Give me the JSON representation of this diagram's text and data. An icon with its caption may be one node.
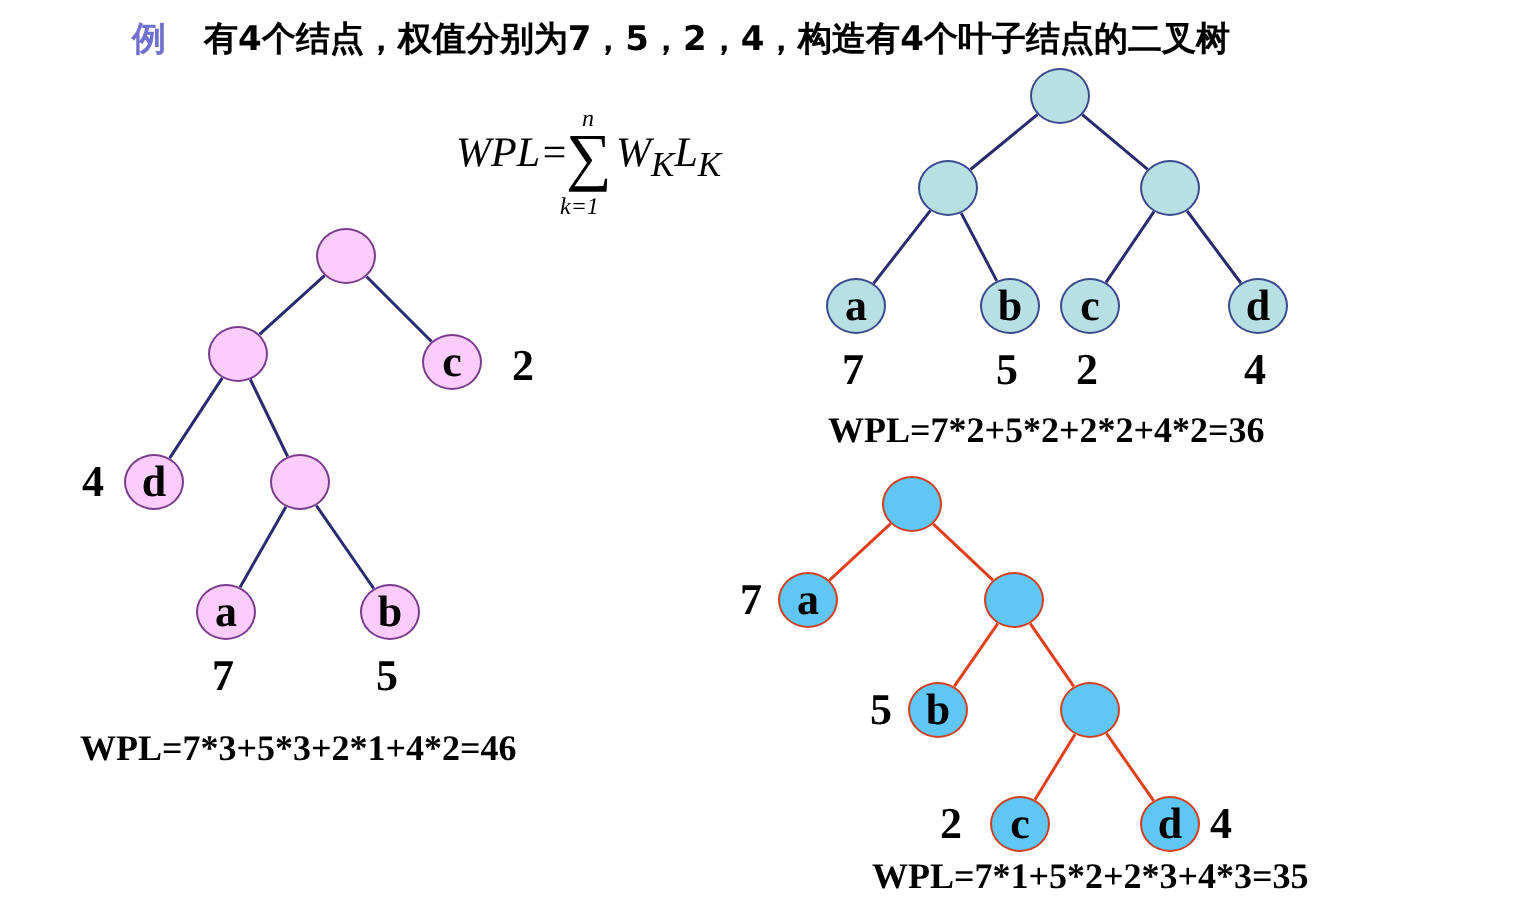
{
  "diagram": {
    "title": "有4个结点，权值分别为7，5，2，4，构造有4个叶子结点的二叉树",
    "nodes": [
      {
        "text": [],
        "shape": "circle"
      },
      {
        "text": [],
        "shape": "circle"
      },
      {
        "text": [
          "c"
        ],
        "beside": [
          "2"
        ]
      },
      {
        "text": [
          "d"
        ],
        "beside": [
          "4"
        ]
      },
      {
        "text": [],
        "shape": "circle"
      },
      {
        "text": [
          "a"
        ],
        "beside": [
          "7"
        ]
      },
      {
        "text": [
          "b"
        ],
        "beside": [
          "5"
        ]
      },
      {
        "text": [],
        "shape": "circle"
      },
      {
        "text": [],
        "shape": "circle"
      },
      {
        "text": [],
        "shape": "circle"
      },
      {
        "text": [
          "a"
        ],
        "beside": [
          "7"
        ]
      },
      {
        "text": [
          "b"
        ],
        "beside": [
          "5"
        ]
      },
      {
        "text": [
          "c"
        ],
        "beside": [
          "2"
        ]
      },
      {
        "text": [
          "d"
        ],
        "beside": [
          "4"
        ]
      },
      {
        "text": [],
        "shape": "circle"
      },
      {
        "text": [
          "a"
        ],
        "beside": [
          "7"
        ]
      },
      {
        "text": [],
        "shape": "circle"
      },
      {
        "text": [
          "b"
        ],
        "beside": [
          "5"
        ]
      },
      {
        "text": [],
        "shape": "circle"
      },
      {
        "text": [
          "c"
        ],
        "beside": [
          "2"
        ]
      },
      {
        "text": [
          "d"
        ],
        "beside": [
          "4"
        ]
      }
    ],
    "edges": [
      {
        "from": 0,
        "to": 1,
        "arrow": "none"
      },
      {
        "from": 0,
        "to": 2,
        "arrow": "none"
      },
      {
        "from": 1,
        "to": 3,
        "arrow": "none"
      },
      {
        "from": 1,
        "to": 4,
        "arrow": "none"
      },
      {
        "from": 4,
        "to": 5,
        "arrow": "none"
      },
      {
        "from": 4,
        "to": 6,
        "arrow": "none"
      },
      {
        "from": 7,
        "to": 8,
        "arrow": "none"
      },
      {
        "from": 7,
        "to": 9,
        "arrow": "none"
      },
      {
        "from": 8,
        "to": 10,
        "arrow": "none"
      },
      {
        "from": 8,
        "to": 11,
        "arrow": "none"
      },
      {
        "from": 9,
        "to": 12,
        "arrow": "none"
      },
      {
        "from": 9,
        "to": 13,
        "arrow": "none"
      },
      {
        "from": 14,
        "to": 15,
        "arrow": "none",
        "color": "#e0401c"
      },
      {
        "from": 14,
        "to": 16,
        "arrow": "none",
        "color": "#e0401c"
      },
      {
        "from": 16,
        "to": 17,
        "arrow": "none",
        "color": "#e0401c"
      },
      {
        "from": 16,
        "to": 18,
        "arrow": "none",
        "color": "#e0401c"
      },
      {
        "from": 18,
        "to": 19,
        "arrow": "none",
        "color": "#e0401c"
      },
      {
        "from": 18,
        "to": 20,
        "arrow": "none",
        "color": "#e0401c"
      }
    ],
    "labels": [
      "例",
      "WPL=",
      "n",
      "∑",
      "k=1",
      "W$_{K}$L$_{K}$",
      "WPL=7*2+5*2+2*2+4*2=36",
      "WPL=7*3+5*3+2*1+4*2=46",
      "WPL=7*1+5*2+2*3+4*3=35"
    ]
  }
}
